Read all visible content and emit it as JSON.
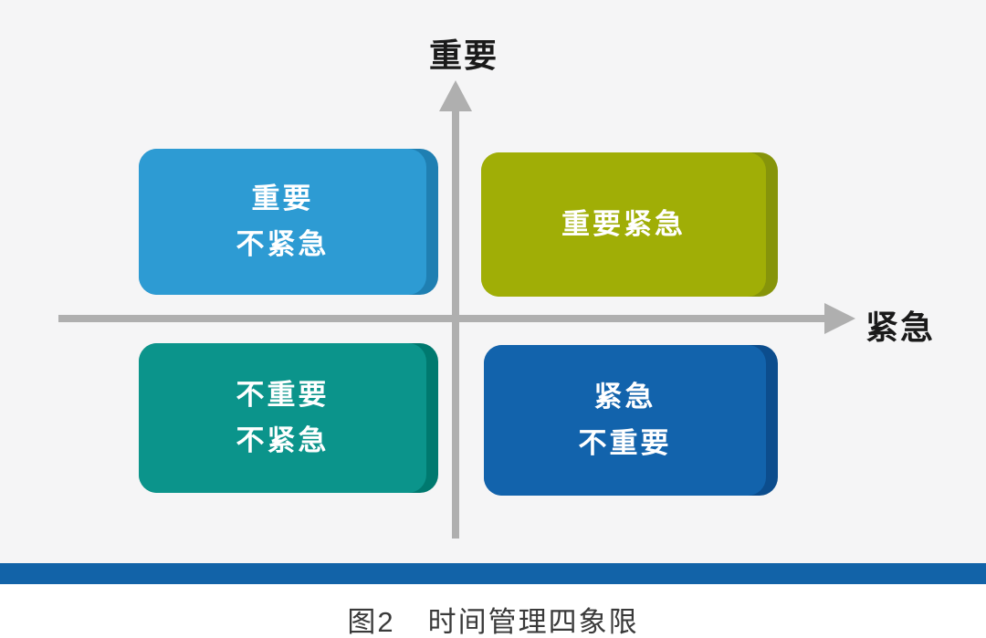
{
  "figure": {
    "caption_label": "图2",
    "caption_title": "时间管理四象限"
  },
  "axes": {
    "y_label": "重要",
    "x_label": "紧急"
  },
  "quadrants": {
    "top_left": {
      "line1": "重要",
      "line2": "不紧急",
      "color": "#2D9BD3",
      "edge_color": "#1F7FB2"
    },
    "top_right": {
      "line1": "重要紧急",
      "line2": "",
      "color": "#A0AE06",
      "edge_color": "#86940A"
    },
    "bottom_left": {
      "line1": "不重要",
      "line2": "不紧急",
      "color": "#0B948B",
      "edge_color": "#00796F"
    },
    "bottom_right": {
      "line1": "紧急",
      "line2": "不重要",
      "color": "#1263AC",
      "edge_color": "#0C4D8D"
    }
  },
  "colors": {
    "background_upper": "#F5F5F6",
    "background_lower": "#FFFFFF",
    "axis": "#AFAFAF",
    "axis_label_text": "#1A1A1A",
    "divider_bar": "#1263A8",
    "caption_text": "#3A3A3A",
    "quadrant_text": "#FFFFFF"
  }
}
